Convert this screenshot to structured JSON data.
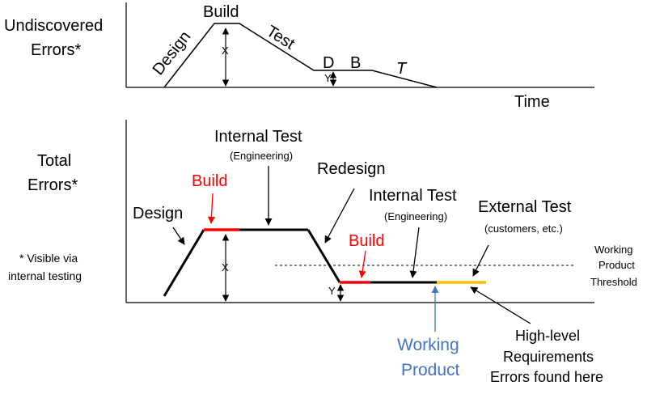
{
  "top": {
    "ylabel_line1": "Undiscovered",
    "ylabel_line2": "Errors*",
    "xlabel": "Time",
    "labels": {
      "design": "Design",
      "build": "Build",
      "test": "Test",
      "d": "D",
      "b": "B",
      "t": "T",
      "x": "X",
      "y": "Y"
    }
  },
  "bottom": {
    "ylabel_line1": "Total",
    "ylabel_line2": "Errors*",
    "note_line1": "* Visible via",
    "note_line2": "internal testing",
    "labels": {
      "design": "Design",
      "build1": "Build",
      "internal_test1": "Internal Test",
      "engineering1": "(Engineering)",
      "redesign": "Redesign",
      "internal_test2": "Internal Test",
      "engineering2": "(Engineering)",
      "build2": "Build",
      "external_test": "External Test",
      "customers": "(customers, etc.)",
      "threshold_line1": "Working",
      "threshold_line2": "Product",
      "threshold_line3": "Threshold",
      "working_line1": "Working",
      "working_line2": "Product",
      "req_line1": "High-level",
      "req_line2": "Requirements",
      "req_line3": "Errors found here",
      "x": "X",
      "y": "Y"
    }
  },
  "colors": {
    "build": "#ff0000",
    "external_test": "#ffc000",
    "working_product": "#4472c4",
    "line": "#000000"
  }
}
